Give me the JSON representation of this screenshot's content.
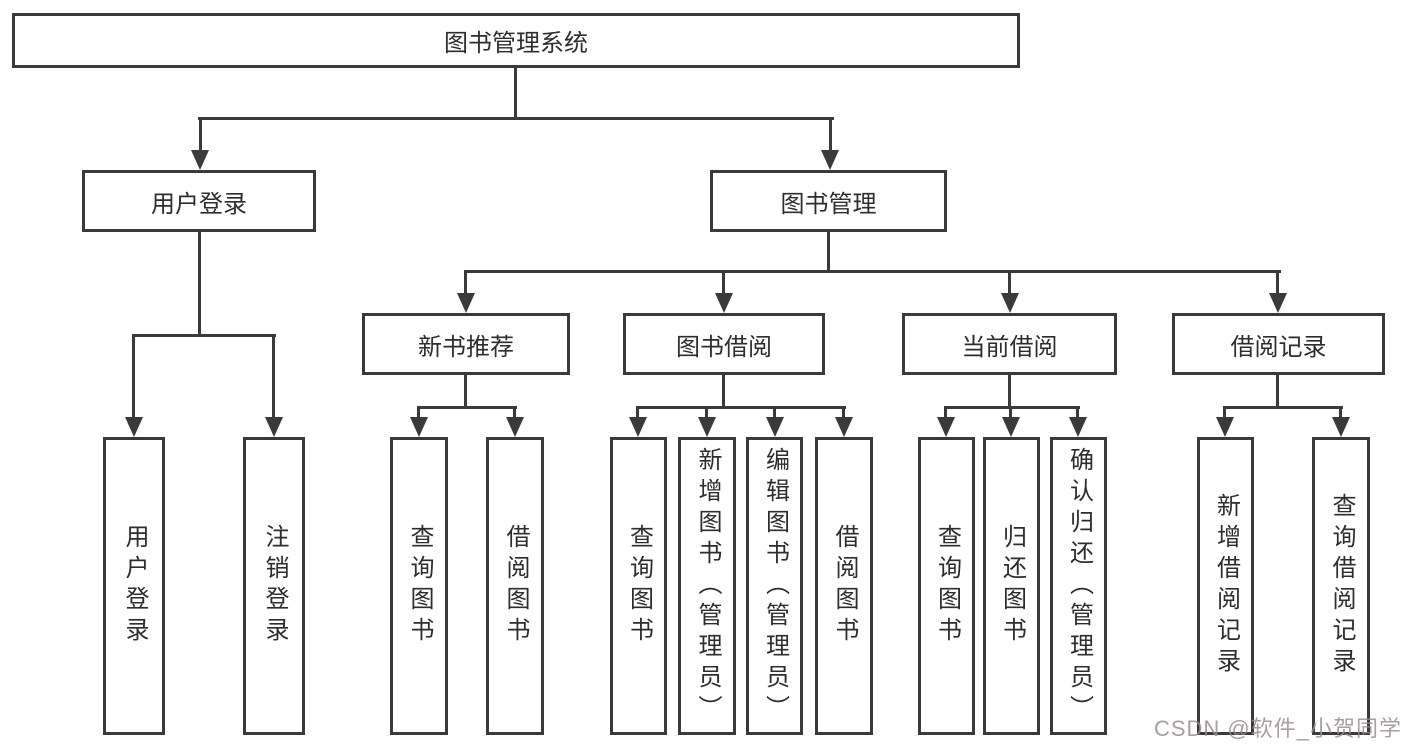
{
  "diagram": {
    "root": {
      "label": "图书管理系统"
    },
    "branches": {
      "user_login": {
        "label": "用户登录",
        "children": {
          "login": {
            "label": "用户登录"
          },
          "logout": {
            "label": "注销登录"
          }
        }
      },
      "book_management": {
        "label": "图书管理",
        "children": {
          "new_book_recommend": {
            "label": "新书推荐",
            "children": {
              "query": {
                "label": "查询图书"
              },
              "borrow": {
                "label": "借阅图书"
              }
            }
          },
          "book_borrow": {
            "label": "图书借阅",
            "children": {
              "query": {
                "label": "查询图书"
              },
              "add": {
                "label": "新增图书（管理员）"
              },
              "edit": {
                "label": "编辑图书（管理员）"
              },
              "borrow": {
                "label": "借阅图书"
              }
            }
          },
          "current_borrow": {
            "label": "当前借阅",
            "children": {
              "query": {
                "label": "查询图书"
              },
              "return": {
                "label": "归还图书"
              },
              "confirm": {
                "label": "确认归还（管理员）"
              }
            }
          },
          "borrow_records": {
            "label": "借阅记录",
            "children": {
              "add": {
                "label": "新增借阅记录"
              },
              "query": {
                "label": "查询借阅记录"
              }
            }
          }
        }
      }
    }
  },
  "watermark": {
    "text": "CSDN @软件_小贺同学"
  },
  "colors": {
    "line": "#3a3a3a",
    "text": "#2d2d2d",
    "background": "#ffffff",
    "watermark": "#9a8e8e"
  }
}
